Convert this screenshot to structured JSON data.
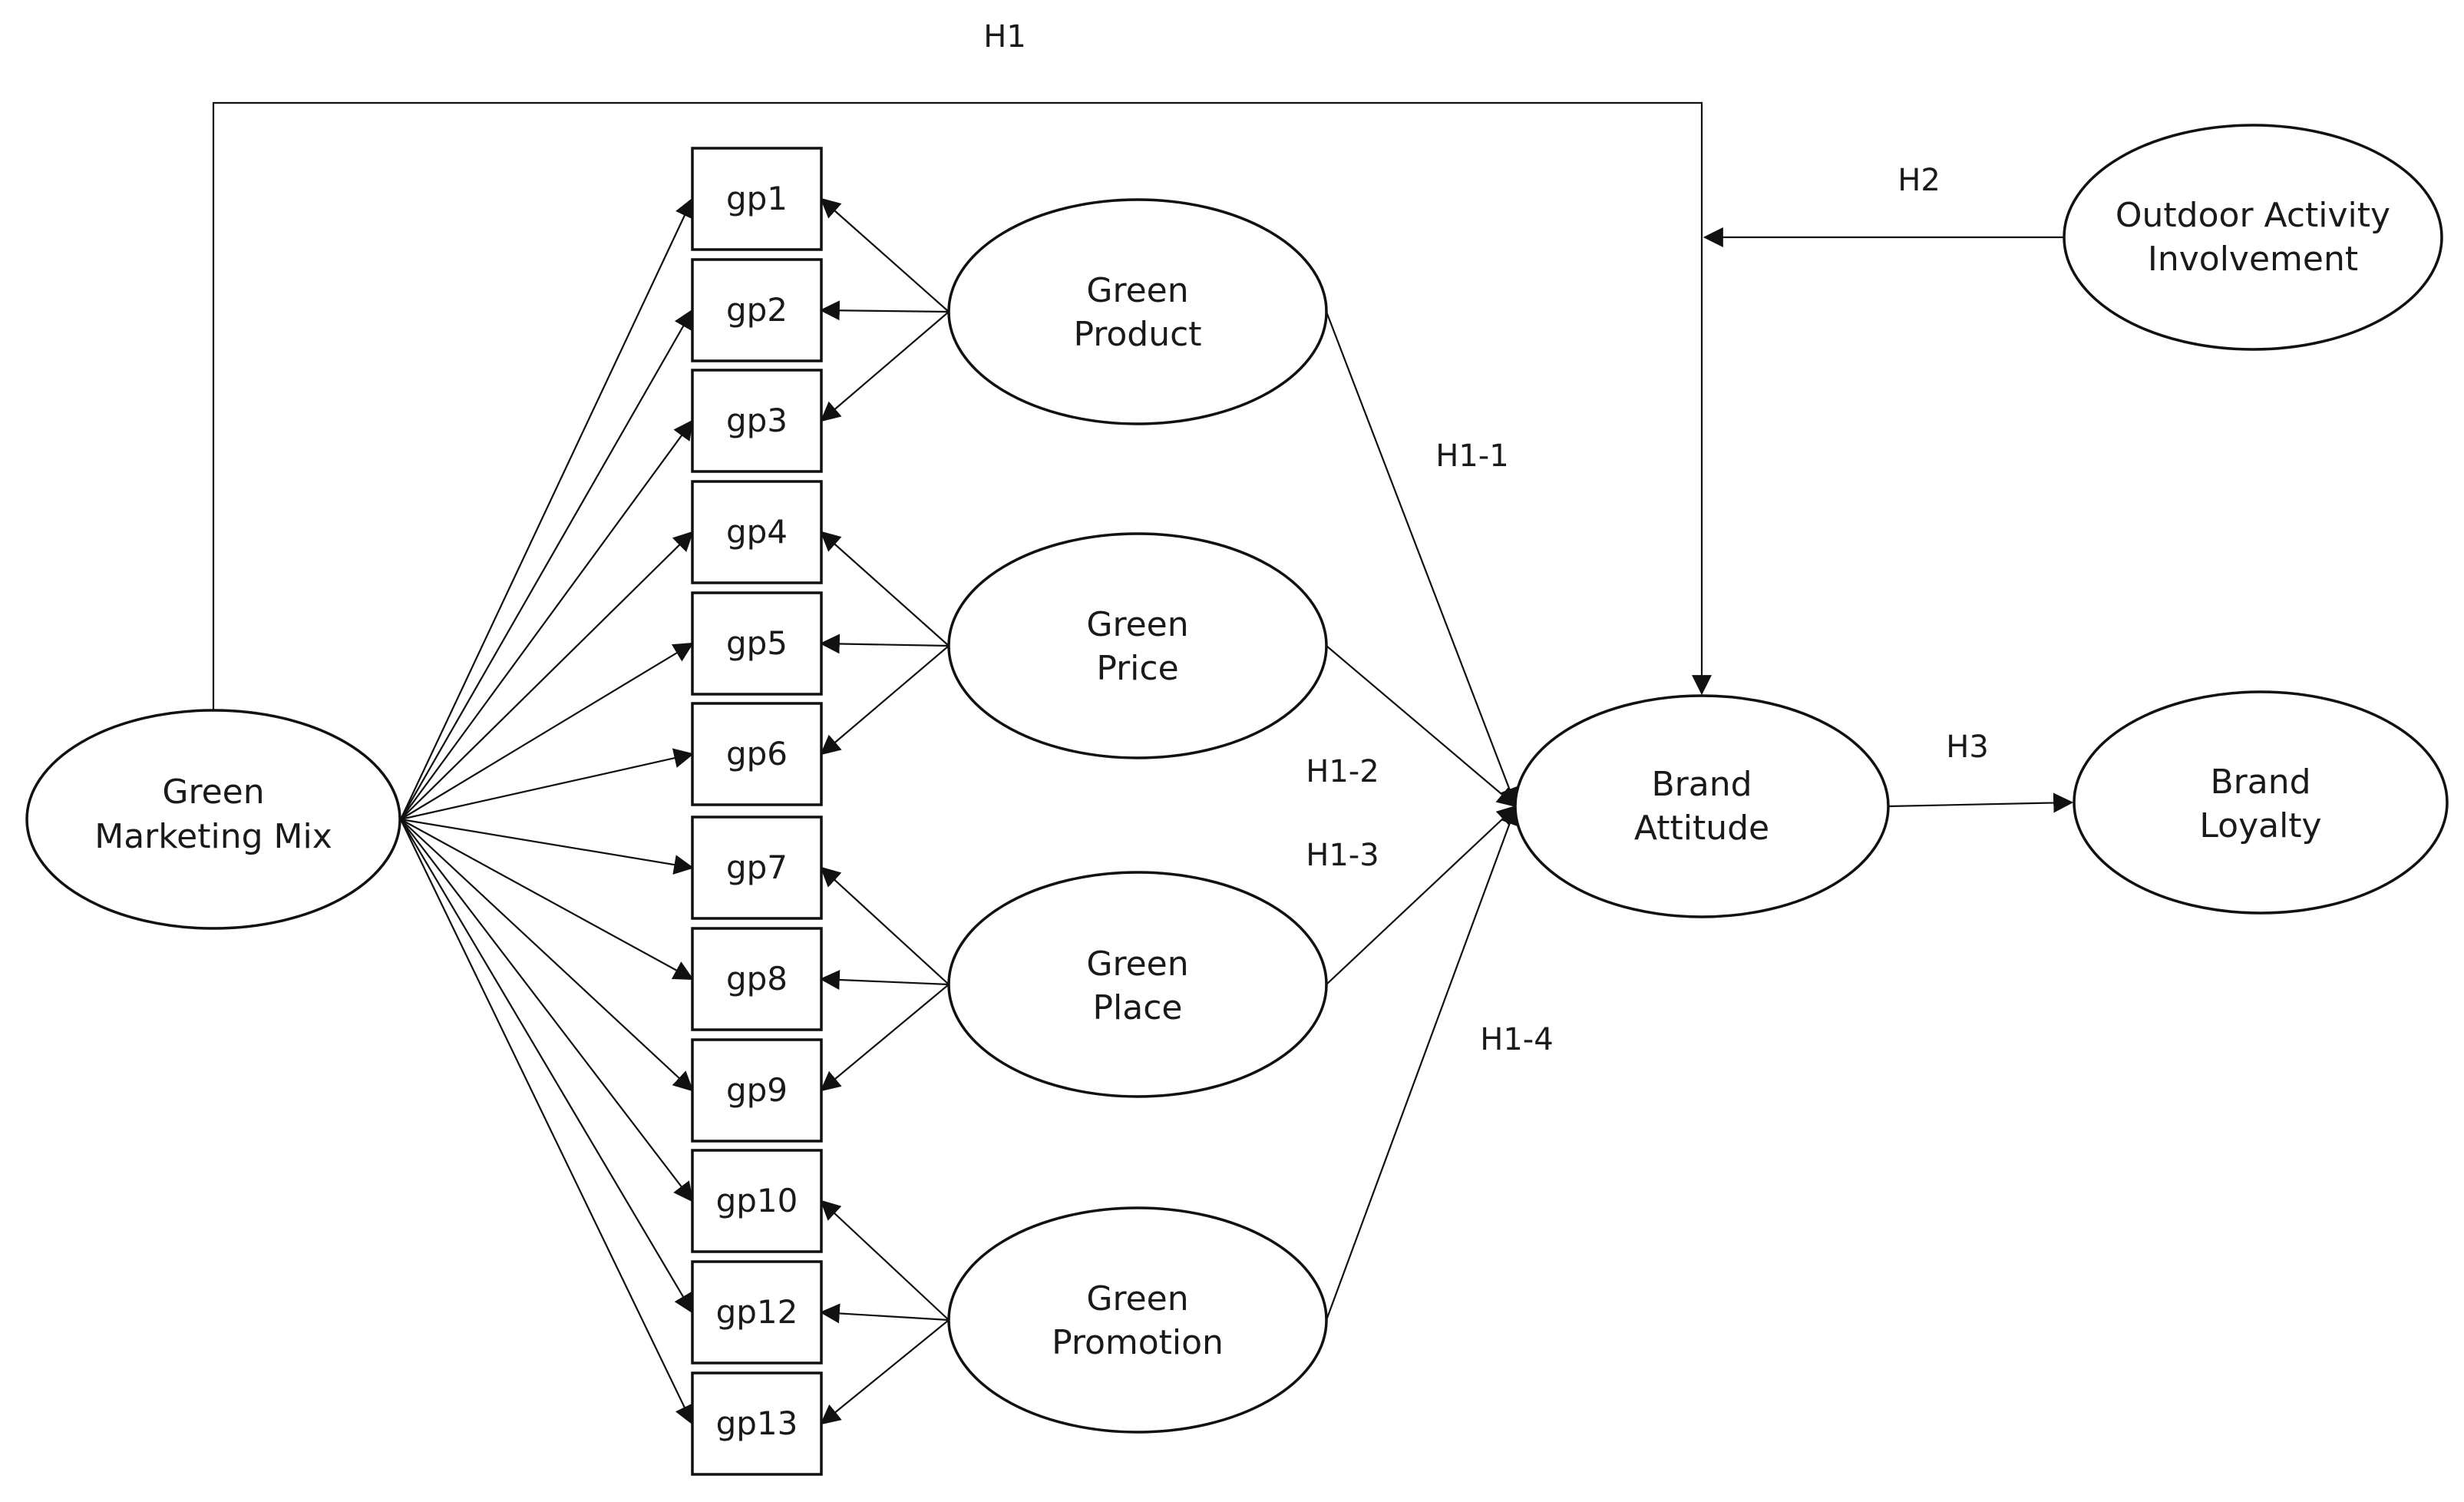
{
  "colors": {
    "stroke": "#111111",
    "text": "#1a1a1a",
    "background": "#ffffff"
  },
  "nodes": {
    "green_marketing_mix": [
      "Green",
      "Marketing Mix"
    ],
    "green_product": [
      "Green",
      "Product"
    ],
    "green_price": [
      "Green",
      "Price"
    ],
    "green_place": [
      "Green",
      "Place"
    ],
    "green_promotion": [
      "Green",
      "Promotion"
    ],
    "brand_attitude": [
      "Brand",
      "Attitude"
    ],
    "brand_loyalty": [
      "Brand",
      "Loyalty"
    ],
    "outdoor_activity_involvement": [
      "Outdoor Activity",
      "Involvement"
    ]
  },
  "indicators": [
    "gp1",
    "gp2",
    "gp3",
    "gp4",
    "gp5",
    "gp6",
    "gp7",
    "gp8",
    "gp9",
    "gp10",
    "gp12",
    "gp13"
  ],
  "hypotheses": {
    "h1": "H1",
    "h2": "H2",
    "h3": "H3",
    "h1_1": "H1-1",
    "h1_2": "H1-2",
    "h1_3": "H1-3",
    "h1_4": "H1-4"
  },
  "edges": [
    {
      "from": "green_marketing_mix",
      "to": "brand_attitude",
      "label": "H1"
    },
    {
      "from": "outdoor_activity_involvement",
      "to": "h1_path",
      "label": "H2"
    },
    {
      "from": "brand_attitude",
      "to": "brand_loyalty",
      "label": "H3"
    },
    {
      "from": "green_product",
      "to": "brand_attitude",
      "label": "H1-1"
    },
    {
      "from": "green_price",
      "to": "brand_attitude",
      "label": "H1-2"
    },
    {
      "from": "green_place",
      "to": "brand_attitude",
      "label": "H1-3"
    },
    {
      "from": "green_promotion",
      "to": "brand_attitude",
      "label": "H1-4"
    },
    {
      "from": "green_product",
      "to": "gp1"
    },
    {
      "from": "green_product",
      "to": "gp2"
    },
    {
      "from": "green_product",
      "to": "gp3"
    },
    {
      "from": "green_price",
      "to": "gp4"
    },
    {
      "from": "green_price",
      "to": "gp5"
    },
    {
      "from": "green_price",
      "to": "gp6"
    },
    {
      "from": "green_place",
      "to": "gp7"
    },
    {
      "from": "green_place",
      "to": "gp8"
    },
    {
      "from": "green_place",
      "to": "gp9"
    },
    {
      "from": "green_promotion",
      "to": "gp10"
    },
    {
      "from": "green_promotion",
      "to": "gp12"
    },
    {
      "from": "green_promotion",
      "to": "gp13"
    },
    {
      "from": "green_marketing_mix",
      "to": "gp1"
    },
    {
      "from": "green_marketing_mix",
      "to": "gp2"
    },
    {
      "from": "green_marketing_mix",
      "to": "gp3"
    },
    {
      "from": "green_marketing_mix",
      "to": "gp4"
    },
    {
      "from": "green_marketing_mix",
      "to": "gp5"
    },
    {
      "from": "green_marketing_mix",
      "to": "gp6"
    },
    {
      "from": "green_marketing_mix",
      "to": "gp7"
    },
    {
      "from": "green_marketing_mix",
      "to": "gp8"
    },
    {
      "from": "green_marketing_mix",
      "to": "gp9"
    },
    {
      "from": "green_marketing_mix",
      "to": "gp10"
    },
    {
      "from": "green_marketing_mix",
      "to": "gp12"
    },
    {
      "from": "green_marketing_mix",
      "to": "gp13"
    }
  ]
}
